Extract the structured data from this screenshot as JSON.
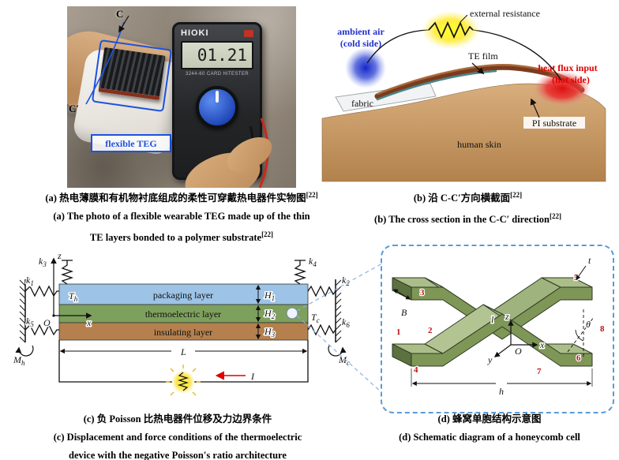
{
  "panel_a": {
    "section_top": "C",
    "section_bottom": "C′",
    "device_label": "flexible TEG",
    "meter_brand": "HIOKI",
    "meter_reading": "01.21",
    "meter_model": "3244-60 CARD HiTESTER"
  },
  "panel_b": {
    "external_resistance": "external resistance",
    "ambient_air_1": "ambient air",
    "ambient_air_2": "(cold side)",
    "te_film": "TE film",
    "heat_flux_1": "heat flux input",
    "heat_flux_2": "(hot side)",
    "fabric": "fabric",
    "pi_substrate": "PI substrate",
    "human_skin": "human skin"
  },
  "panel_c": {
    "axis_z": "z",
    "axis_x": "x",
    "origin": "O",
    "layers": [
      {
        "label": "packaging layer"
      },
      {
        "label": "thermoelectric layer"
      },
      {
        "label": "insulating layer"
      }
    ],
    "temp": "T",
    "temp_sub_hot": "h",
    "temp_sub_cold": "c",
    "thickness": "H",
    "thickness_subs": [
      "1",
      "2",
      "3"
    ],
    "spring": "k",
    "spring_subs": [
      "1",
      "2",
      "3",
      "4",
      "5",
      "6"
    ],
    "moment": "M",
    "moment_sub_hot": "h",
    "moment_sub_cold": "c",
    "length_label": "L",
    "current_label": "I"
  },
  "panel_d": {
    "numbers": [
      "1",
      "2",
      "3",
      "4",
      "5",
      "6",
      "7",
      "8"
    ],
    "dim_thickness": "t",
    "dim_length": "l",
    "dim_depth": "B",
    "dim_width": "h",
    "dim_angle": "θ",
    "axis_z": "z",
    "axis_x": "x",
    "axis_y": "y",
    "origin": "O"
  },
  "captions": {
    "ref": "[22]",
    "a_cn": "(a) 热电薄膜和有机物衬底组成的柔性可穿戴热电器件实物图",
    "a_en_1": "(a) The photo of a flexible wearable TEG made up of the thin",
    "a_en_2": "TE layers bonded to a polymer substrate",
    "b_cn": "(b) 沿 C-C′方向横截面",
    "b_en": "(b) The cross section in the C-C′ direction",
    "c_cn": "(c) 负 Poisson 比热电器件位移及力边界条件",
    "c_en_1": "(c) Displacement and force conditions of the thermoelectric",
    "c_en_2": "device with the negative Poisson's ratio architecture",
    "d_cn": "(d) 蜂窝单胞结构示意图",
    "d_en": "(d) Schematic diagram of a honeycomb cell"
  },
  "colors": {
    "section_line_blue": "#1d52e0",
    "cold_side_blue": "#2230cf",
    "hot_side_red": "#e00000",
    "dashed_box_blue": "#5b9bd5",
    "packaging_layer": "#9DC3E6",
    "thermoelectric_layer": "#7DA05C",
    "insulating_layer": "#B5804E",
    "honeycomb_green": "#7E9757",
    "number_red": "#c11212"
  }
}
